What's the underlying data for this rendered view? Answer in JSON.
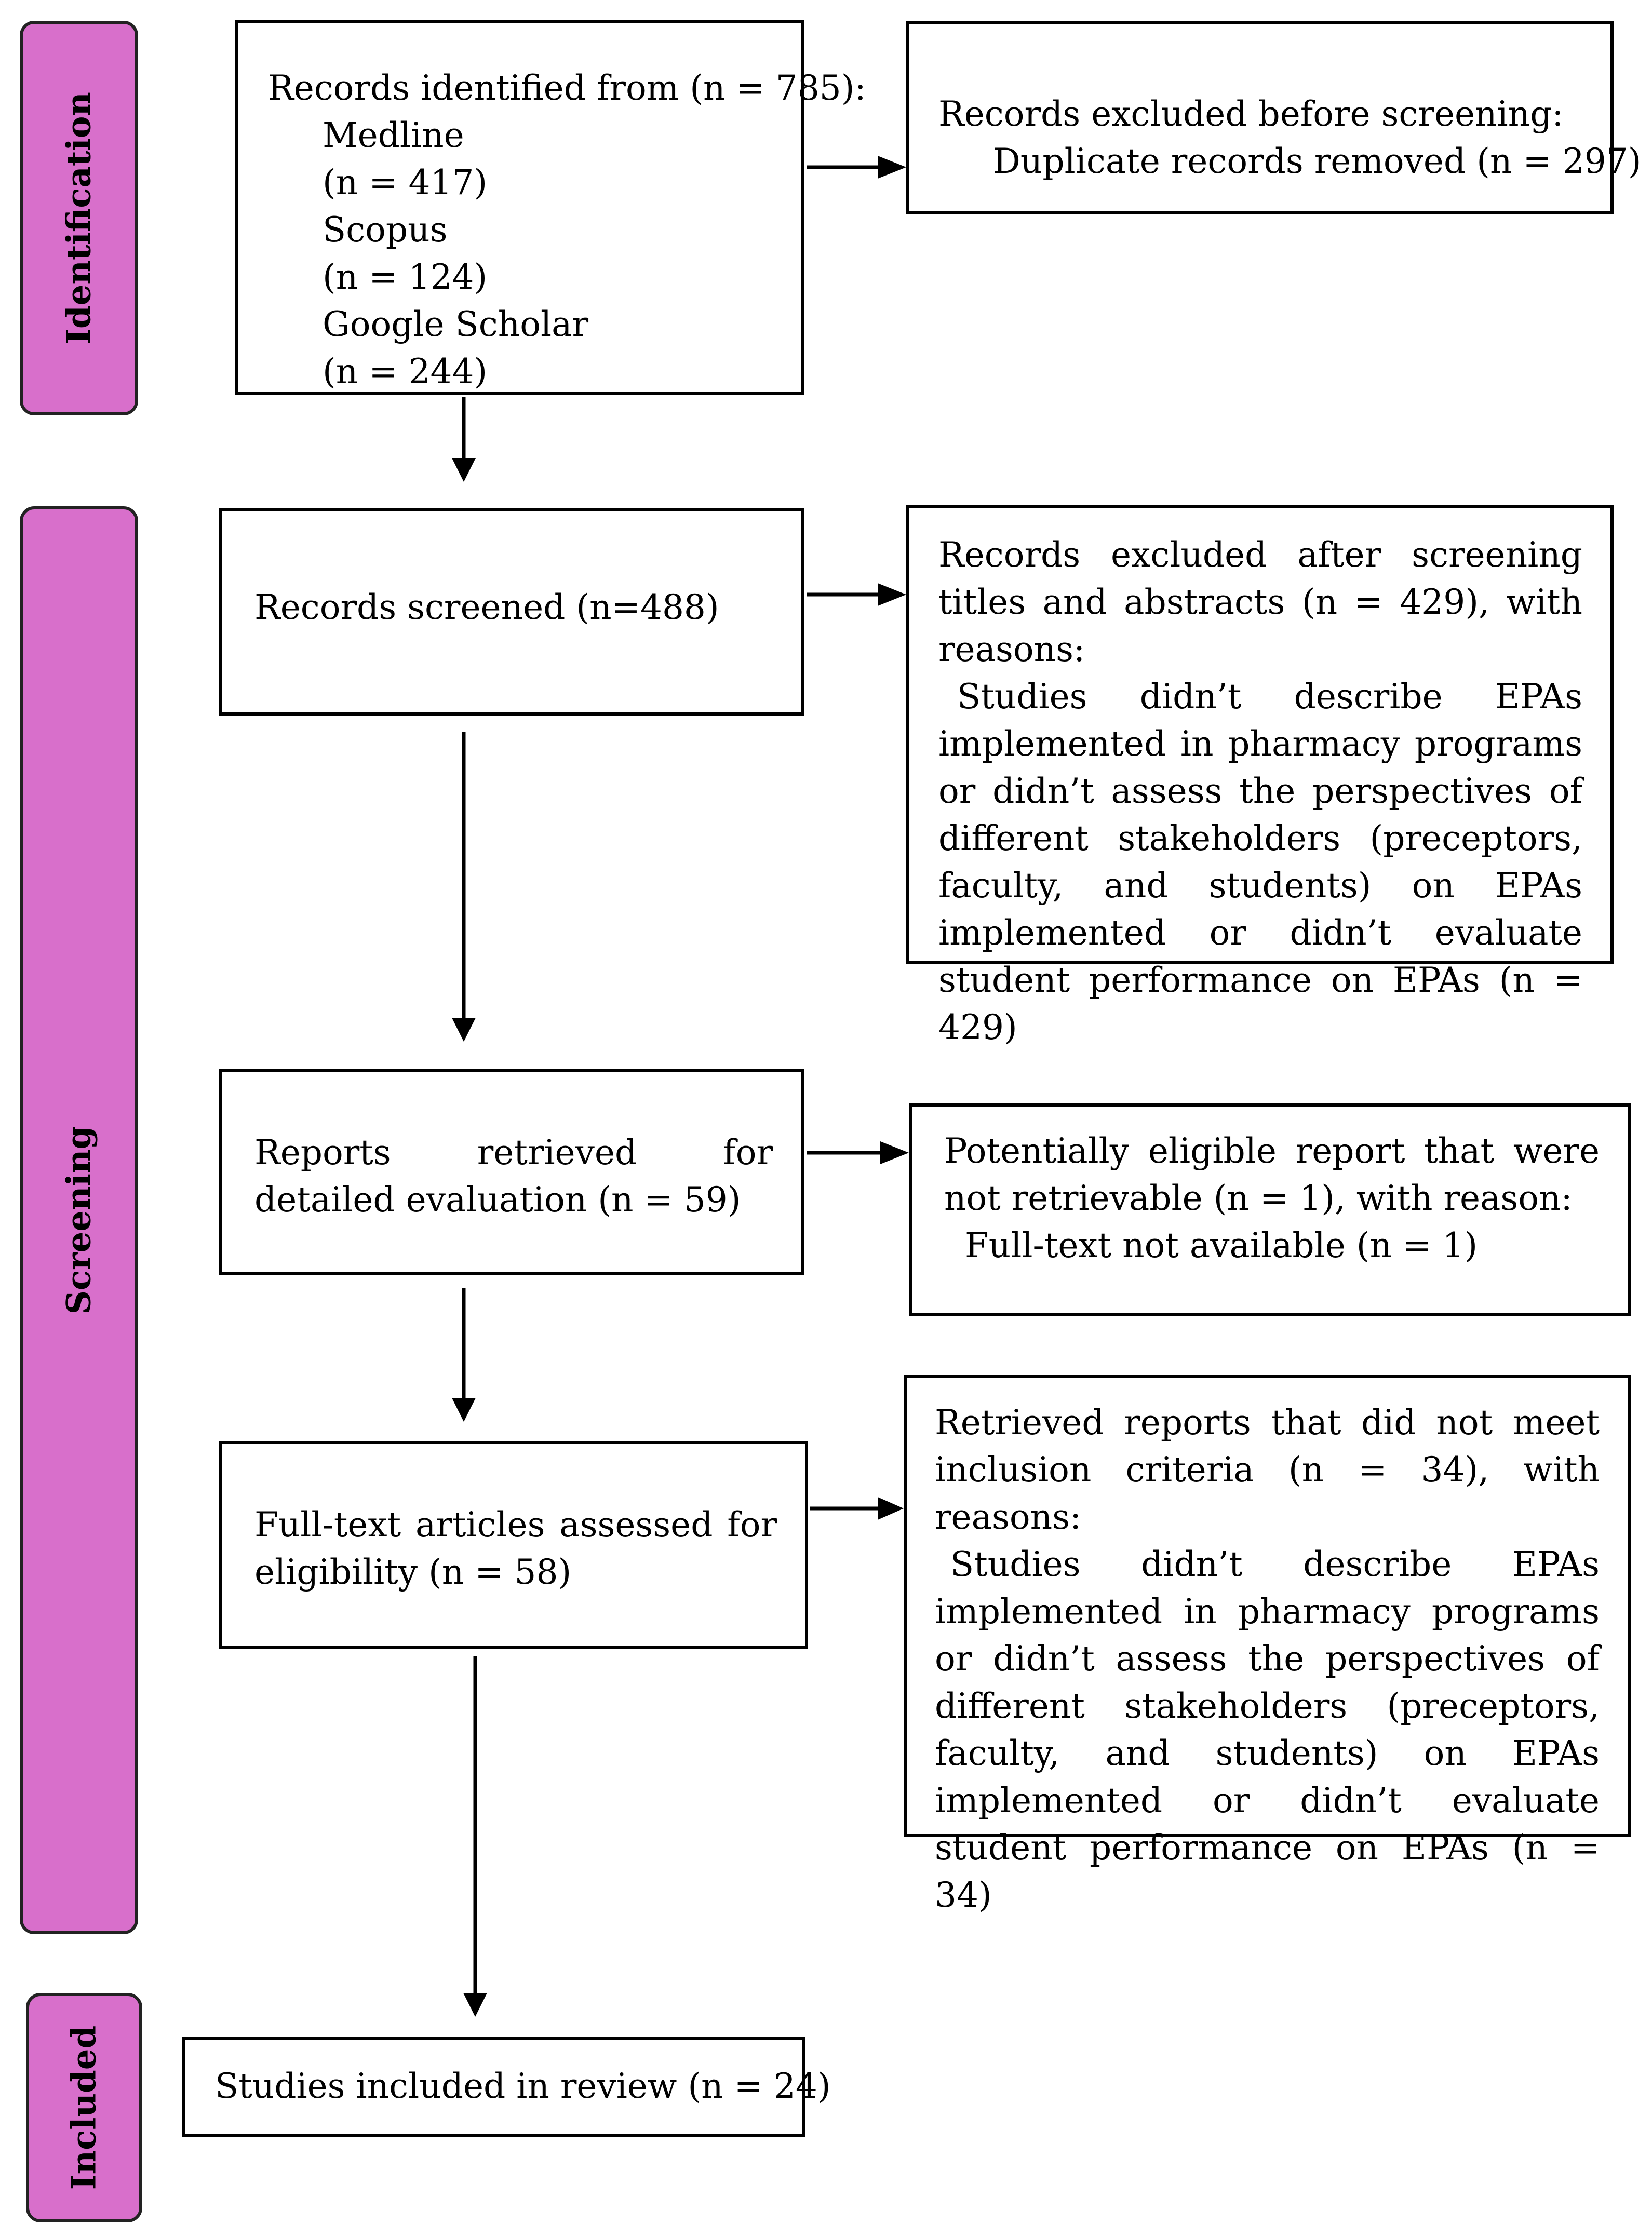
{
  "phases": {
    "identification": "Identification",
    "screening": "Screening",
    "included": "Included"
  },
  "identified": {
    "title": "Records identified from (n = 785):",
    "sources": [
      {
        "name": "Medline",
        "count": "(n = 417)"
      },
      {
        "name": "Scopus",
        "count": "(n = 124)"
      },
      {
        "name": "Google Scholar",
        "count": "(n = 244)"
      }
    ]
  },
  "excluded_before": {
    "title": "Records excluded before screening:",
    "detail": "Duplicate records removed (n = 297)"
  },
  "screened": {
    "text": "Records screened (n=488)"
  },
  "excluded_after": {
    "title": "Records excluded after screening titles and abstracts (n = 429), with reasons:",
    "reason": "Studies didn’t describe EPAs implemented in pharmacy programs or didn’t assess the perspectives of different stakeholders (preceptors, faculty, and students) on EPAs implemented or didn’t evaluate student performance on EPAs (n = 429)"
  },
  "retrieved": {
    "text": "Reports retrieved for detailed evaluation (n = 59)"
  },
  "not_retrievable": {
    "title": "Potentially eligible report that were not retrievable (n = 1), with reason:",
    "reason": "Full-text not available (n = 1)"
  },
  "assessed": {
    "text": "Full-text articles assessed for eligibility (n = 58)"
  },
  "not_eligible": {
    "title": "Retrieved reports that did not meet inclusion criteria (n = 34), with reasons:",
    "reason": "Studies didn’t describe EPAs implemented in pharmacy programs or didn’t assess the perspectives of different stakeholders (preceptors, faculty, and students) on EPAs implemented or didn’t evaluate student performance on EPAs (n = 34)"
  },
  "included": {
    "text": "Studies included in review (n = 24)"
  }
}
